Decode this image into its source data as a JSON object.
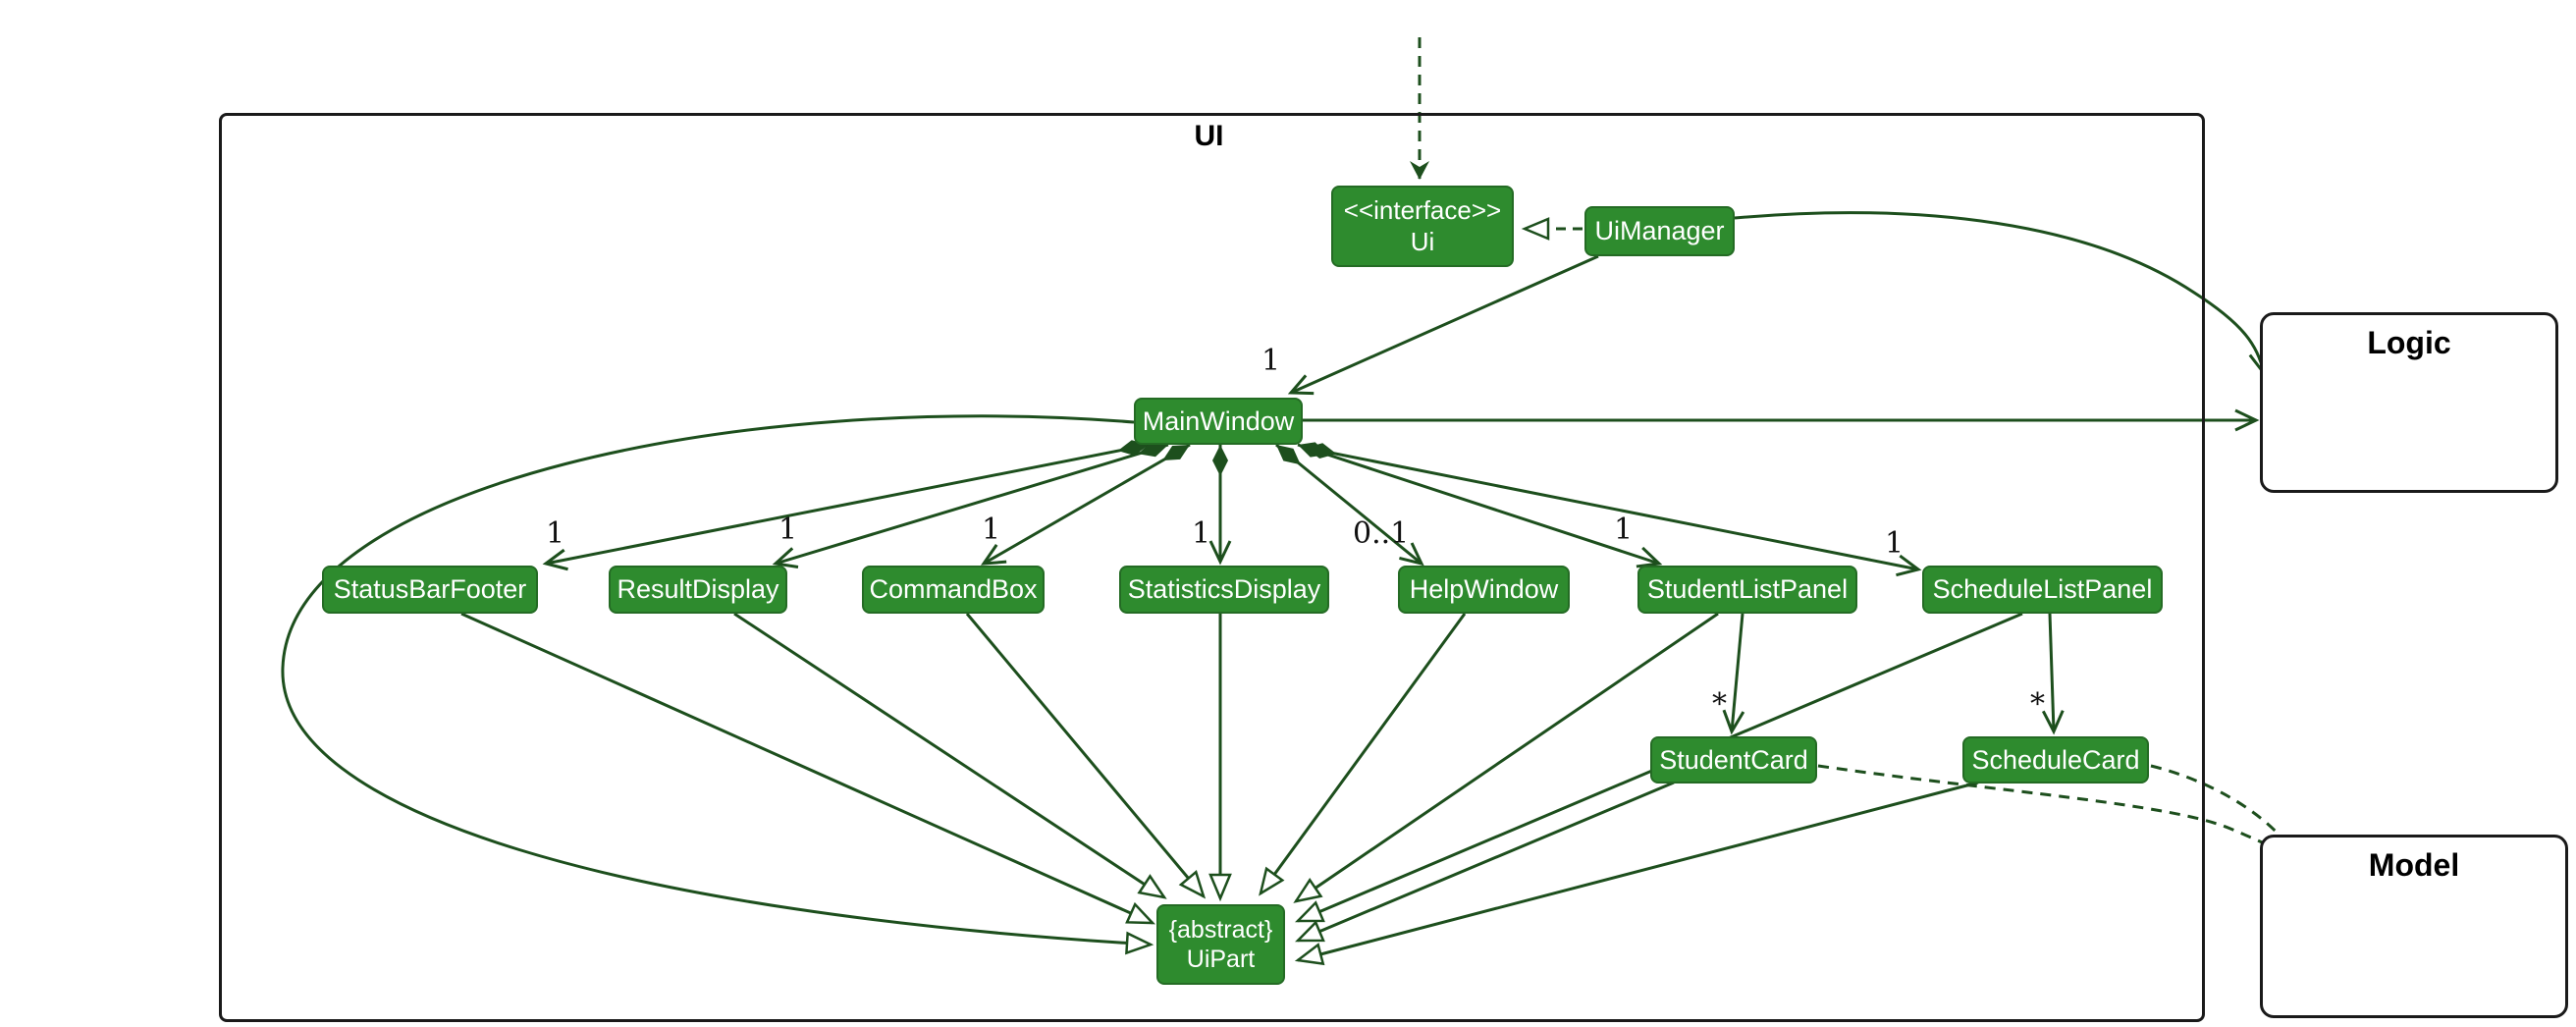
{
  "frame": {
    "label": "UI"
  },
  "external_components": {
    "logic": "Logic",
    "model": "Model"
  },
  "classes": {
    "ui_interface": {
      "stereotype": "<<interface>>",
      "name": "Ui"
    },
    "ui_manager": {
      "name": "UiManager"
    },
    "main_window": {
      "name": "MainWindow"
    },
    "status_bar_footer": {
      "name": "StatusBarFooter"
    },
    "result_display": {
      "name": "ResultDisplay"
    },
    "command_box": {
      "name": "CommandBox"
    },
    "statistics_display": {
      "name": "StatisticsDisplay"
    },
    "help_window": {
      "name": "HelpWindow"
    },
    "student_list_panel": {
      "name": "StudentListPanel"
    },
    "schedule_list_panel": {
      "name": "ScheduleListPanel"
    },
    "student_card": {
      "name": "StudentCard"
    },
    "schedule_card": {
      "name": "ScheduleCard"
    },
    "ui_part": {
      "stereotype": "{abstract}",
      "name": "UiPart"
    }
  },
  "multiplicities": {
    "uimanager_to_mainwindow": "1",
    "mainwindow_to_statusbarfooter": "1",
    "mainwindow_to_resultdisplay": "1",
    "mainwindow_to_commandbox": "1",
    "mainwindow_to_statisticsdisplay": "1",
    "mainwindow_to_helpwindow": "0..1",
    "mainwindow_to_studentlistpanel": "1",
    "mainwindow_to_schedulelistpanel": "1",
    "studentlistpanel_to_studentcard": "*",
    "schedulelistpanel_to_schedulecard": "*"
  },
  "colors": {
    "class_fill": "#2E8B2E",
    "class_border": "#246B24",
    "edge": "#1D4F1D",
    "frame_border": "#1A1A1A",
    "class_text": "#FFFFFF",
    "label_text": "#111111"
  }
}
